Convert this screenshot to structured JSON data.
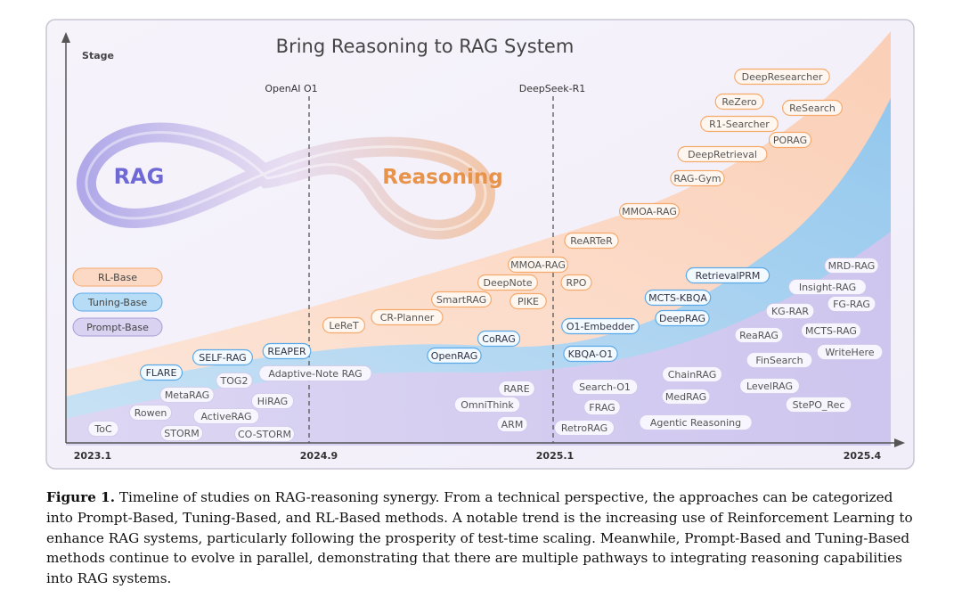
{
  "figure": {
    "title": "Bring Reasoning to RAG System",
    "y_axis_label": "Stage",
    "x_ticks": [
      "2023.1",
      "2024.9",
      "2025.1",
      "2025.4"
    ],
    "milestones": [
      "OpenAI O1",
      "DeepSeek-R1"
    ],
    "infinity_labels": {
      "left": "RAG",
      "right": "Reasoning"
    },
    "legend": [
      "RL-Base",
      "Tuning-Base",
      "Prompt-Base"
    ],
    "colors": {
      "rl": "#f5a96b",
      "rl_fill": "#fbd9c4",
      "tuning": "#5aa9e8",
      "tuning_fill": "#b7dcf5",
      "prompt": "#a99ad8",
      "prompt_fill": "#d9d2f1",
      "rag_text": "#6f69d6",
      "reasoning_text": "#e8934a"
    },
    "rl_methods": [
      "DeepResearcher",
      "ReZero",
      "ReSearch",
      "R1-Searcher",
      "PORAG",
      "DeepRetrieval",
      "RAG-Gym",
      "MMOA-RAG",
      "ReARTeR",
      "MMOA-RAG",
      "DeepNote",
      "RPO",
      "SmartRAG",
      "PIKE",
      "CR-Planner",
      "LeReT"
    ],
    "tuning_methods": [
      "RetrievalPRM",
      "MCTS-KBQA",
      "DeepRAG",
      "O1-Embedder",
      "CoRAG",
      "OpenRAG",
      "KBQA-O1",
      "REAPER",
      "SELF-RAG",
      "FLARE"
    ],
    "prompt_methods": [
      "MRD-RAG",
      "Insight-RAG",
      "FG-RAG",
      "KG-RAR",
      "ReaRAG",
      "MCTS-RAG",
      "FinSearch",
      "WriteHere",
      "ChainRAG",
      "MedRAG",
      "LevelRAG",
      "StePO_Rec",
      "Agentic Reasoning",
      "Search-O1",
      "FRAG",
      "RetroRAG",
      "RARE",
      "OmniThink",
      "ARM",
      "Adaptive-Note RAG",
      "TOG2",
      "MetaRAG",
      "HiRAG",
      "Rowen",
      "ActiveRAG",
      "ToC",
      "STORM",
      "CO-STORM"
    ]
  },
  "caption": {
    "label": "Figure 1.",
    "text": "Timeline of studies on RAG-reasoning synergy. From a technical perspective, the approaches can be categorized into Prompt-Based, Tuning-Based, and RL-Based methods. A notable trend is the increasing use of Reinforcement Learning to enhance RAG systems, particularly following the prosperity of test-time scaling. Meanwhile, Prompt-Based and Tuning-Based methods continue to evolve in parallel, demonstrating that there are multiple pathways to integrating reasoning capabilities into RAG systems."
  }
}
